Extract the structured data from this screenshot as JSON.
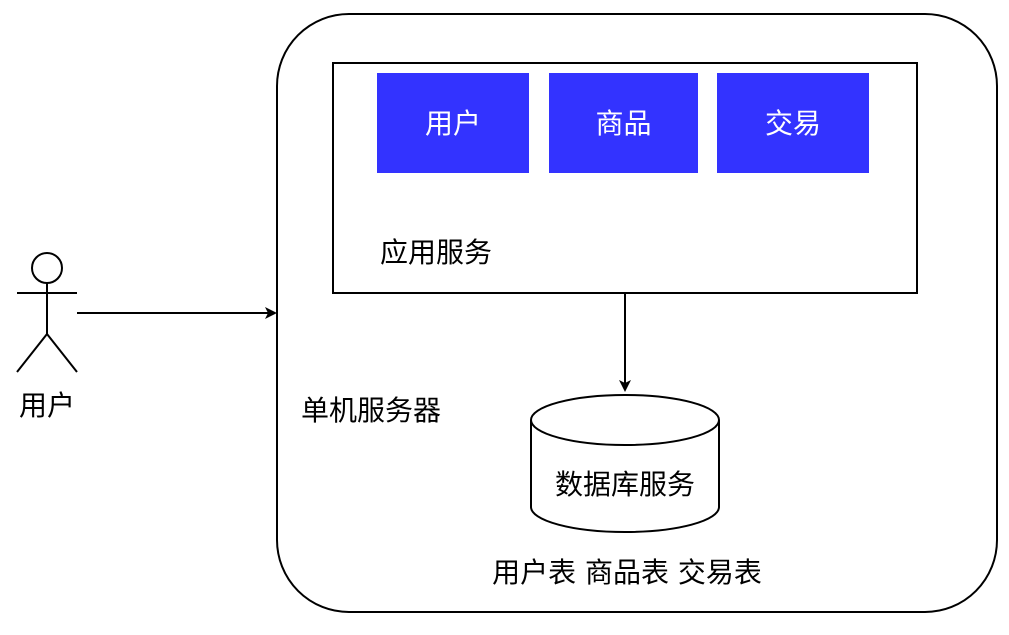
{
  "actor": {
    "label": "用户"
  },
  "server": {
    "label": "单机服务器"
  },
  "app_service": {
    "label": "应用服务",
    "modules": [
      {
        "label": "用户"
      },
      {
        "label": "商品"
      },
      {
        "label": "交易"
      }
    ]
  },
  "database": {
    "label": "数据库服务",
    "tables_label": "用户表 商品表 交易表"
  },
  "colors": {
    "module_fill": "#3333ff",
    "module_text": "#ffffff",
    "stroke": "#000000",
    "background": "#ffffff"
  }
}
